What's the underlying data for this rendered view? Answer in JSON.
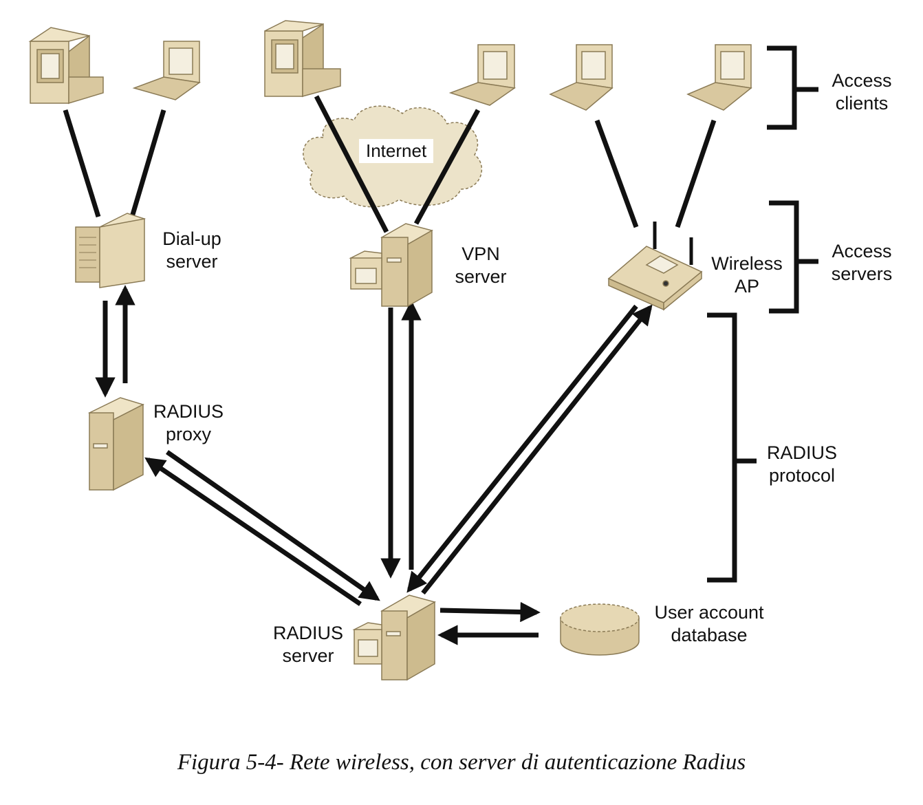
{
  "labels": {
    "internet": "Internet",
    "dialup_server": [
      "Dial-up",
      "server"
    ],
    "vpn_server": [
      "VPN",
      "server"
    ],
    "wireless_ap": [
      "Wireless",
      "AP"
    ],
    "radius_proxy": [
      "RADIUS",
      "proxy"
    ],
    "radius_server": [
      "RADIUS",
      "server"
    ],
    "user_account_database": [
      "User account",
      "database"
    ],
    "access_clients": [
      "Access",
      "clients"
    ],
    "access_servers": [
      "Access",
      "servers"
    ],
    "radius_protocol": [
      "RADIUS",
      "protocol"
    ]
  },
  "caption": "Figura 5-4- Rete wireless, con server di autenticazione Radius",
  "colors": {
    "device_fill": "#e6d8b4",
    "device_dark": "#cdbb8e",
    "device_stroke": "#8a7a55",
    "screen": "#f4efe0",
    "cloud_fill": "#ece3c9",
    "line": "#111111"
  }
}
